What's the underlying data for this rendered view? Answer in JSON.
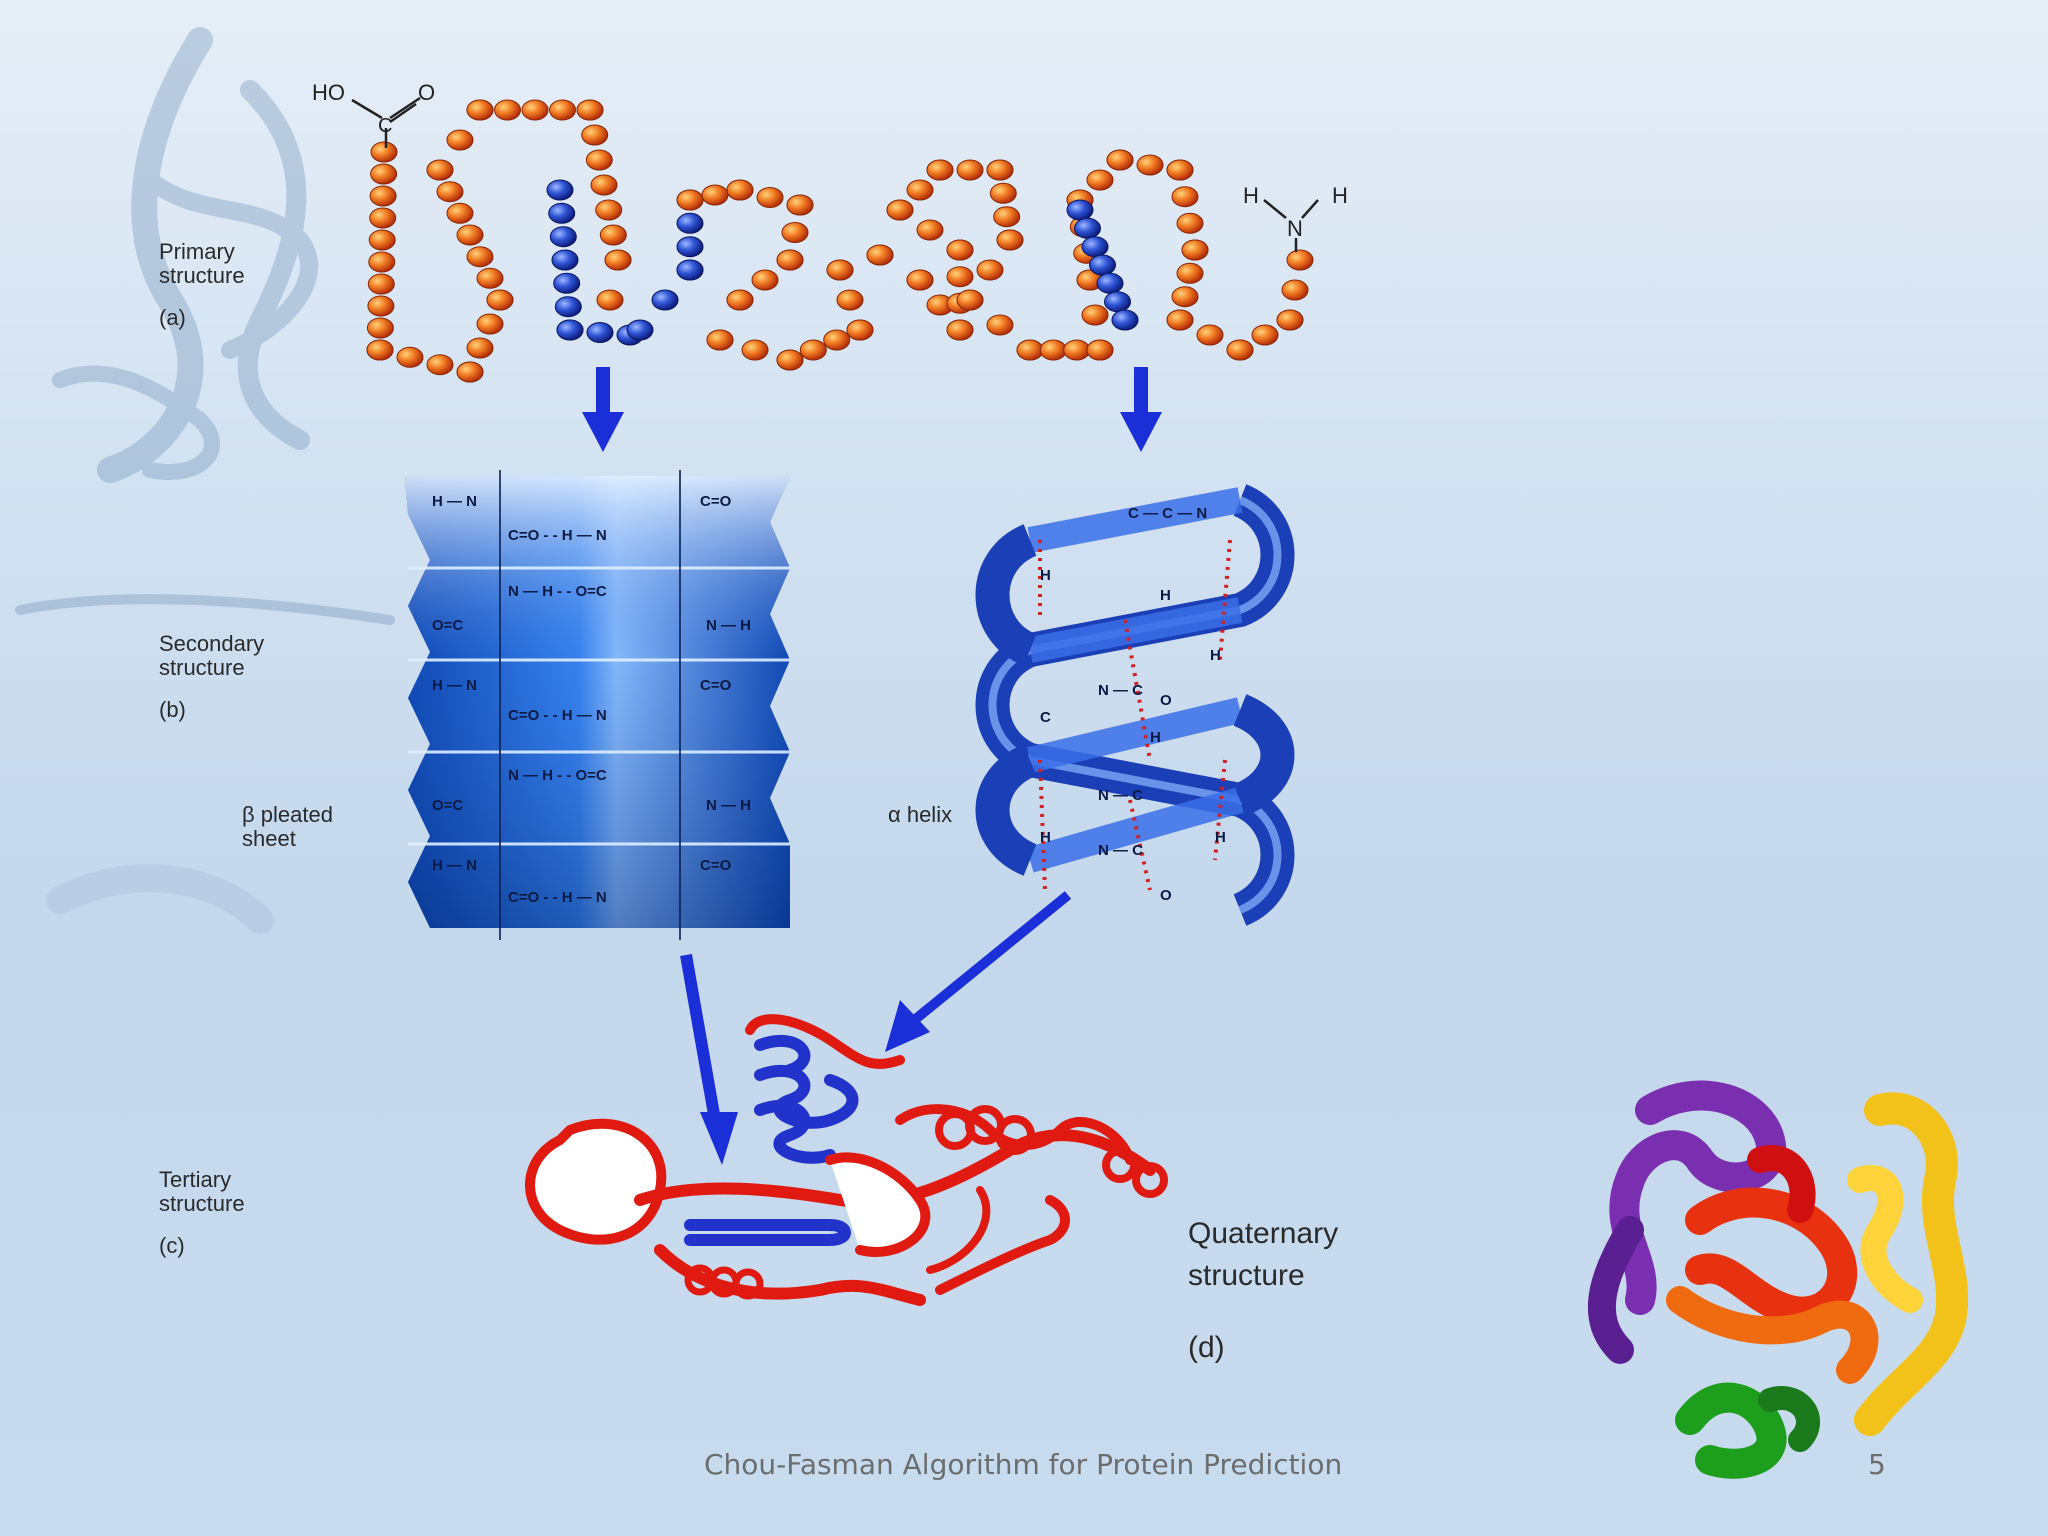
{
  "labels": {
    "primary": {
      "title": "Primary",
      "title2": "structure",
      "tag": "(a)"
    },
    "secondary": {
      "title": "Secondary",
      "title2": "structure",
      "tag": "(b)"
    },
    "beta": {
      "line1": "β pleated",
      "line2": "sheet"
    },
    "alpha": "α helix",
    "tertiary": {
      "title": "Tertiary",
      "title2": "structure",
      "tag": "(c)"
    },
    "quaternary": {
      "title": "Quaternary",
      "title2": "structure",
      "tag": "(d)"
    },
    "chem": {
      "ho": "HO",
      "o": "O",
      "c": "C",
      "h": "H",
      "n": "N"
    }
  },
  "footer": {
    "text": "Chou-Fasman Algorithm for Protein Prediction",
    "page": "5"
  },
  "colors": {
    "bead": "#e8561c",
    "bead_blue": "#2a4fd0",
    "arrow": "#1a2fd8",
    "sheet": "#1a66d8",
    "ribbon_red": "#e01a10",
    "ribbon_blue": "#2233cc"
  }
}
